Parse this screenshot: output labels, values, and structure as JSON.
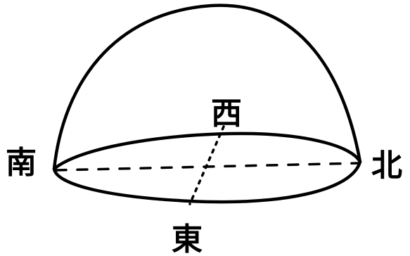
{
  "diagram": {
    "labels": {
      "south": "南",
      "north": "北",
      "west": "西",
      "east": "東"
    },
    "ink_color": "#000000",
    "background_color": "#ffffff"
  }
}
